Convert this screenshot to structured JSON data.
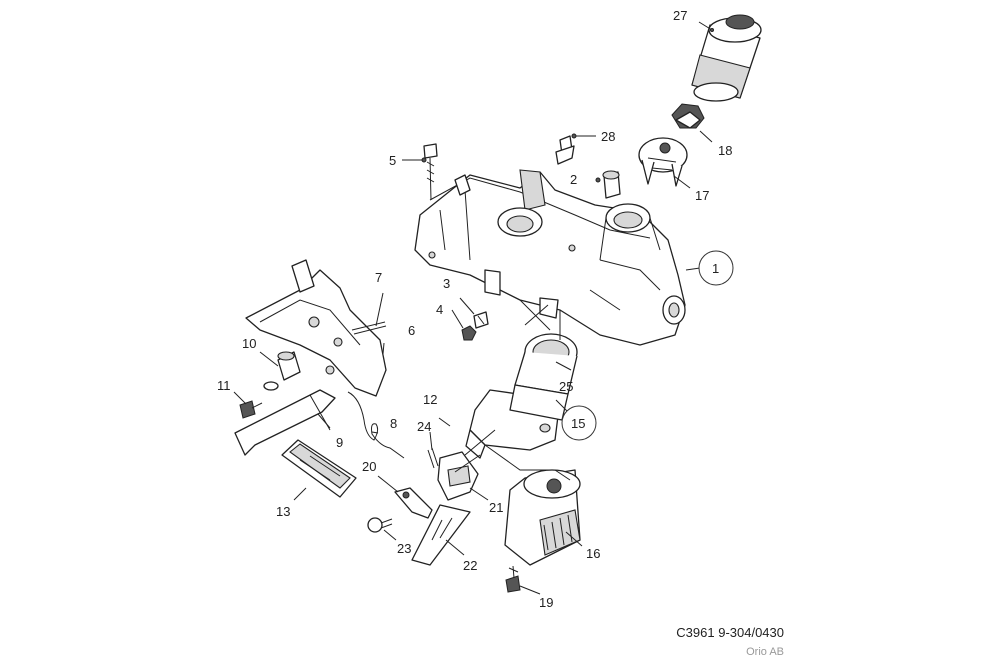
{
  "diagram": {
    "labels": {
      "p1": "1",
      "p2": "2",
      "p3": "3",
      "p4": "4",
      "p5": "5",
      "p6": "6",
      "p7": "7",
      "p8": "8",
      "p9": "9",
      "p10": "10",
      "p11": "11",
      "p12": "12",
      "p13": "13",
      "p15": "15",
      "p16": "16",
      "p17": "17",
      "p18": "18",
      "p19": "19",
      "p20": "20",
      "p21": "21",
      "p22": "22",
      "p23": "23",
      "p24": "24",
      "p25": "25",
      "p27": "27",
      "p28": "28"
    },
    "reference_code": "C3961 9-304/0430",
    "owner": "Orio AB"
  }
}
